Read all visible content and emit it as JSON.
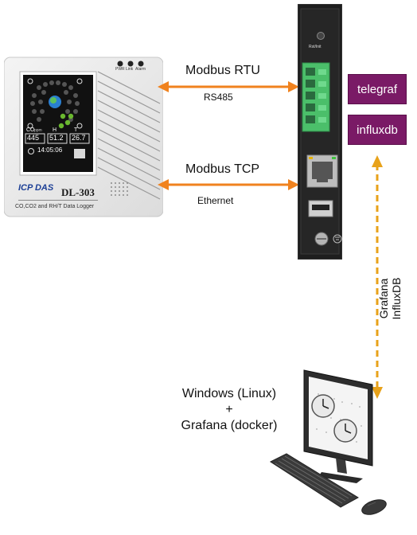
{
  "logger": {
    "brand": "ICP DAS",
    "model": "DL-303",
    "caption": "CO,CO2 and RH/T Data Logger",
    "leds": [
      "PWR",
      "Link",
      "Alarm"
    ],
    "screen": {
      "co_label": "CO",
      "co_unit": "ppm",
      "h_label": "H",
      "t_label": "T",
      "co_value": "445",
      "h_value": "51.2",
      "t_value": "26.7",
      "time": "14:05:06"
    }
  },
  "links": {
    "rtu_label": "Modbus RTU",
    "rtu_sub": "RS485",
    "tcp_label": "Modbus TCP",
    "tcp_sub": "Ethernet"
  },
  "module": {
    "top_label": "Rst/Init",
    "apps": [
      "telegraf",
      "influxdb"
    ]
  },
  "connection": {
    "line1": "Grafana",
    "line2": "InfluxDB"
  },
  "workstation": {
    "line1": "Windows (Linux)",
    "line2": "+",
    "line3": "Grafana (docker)"
  },
  "colors": {
    "arrow_orange": "#f0821e",
    "dashed_orange": "#e8a21a",
    "app_purple": "#7a1a66",
    "module_black": "#1e1e1e",
    "terminal_green": "#4bbf6a"
  }
}
